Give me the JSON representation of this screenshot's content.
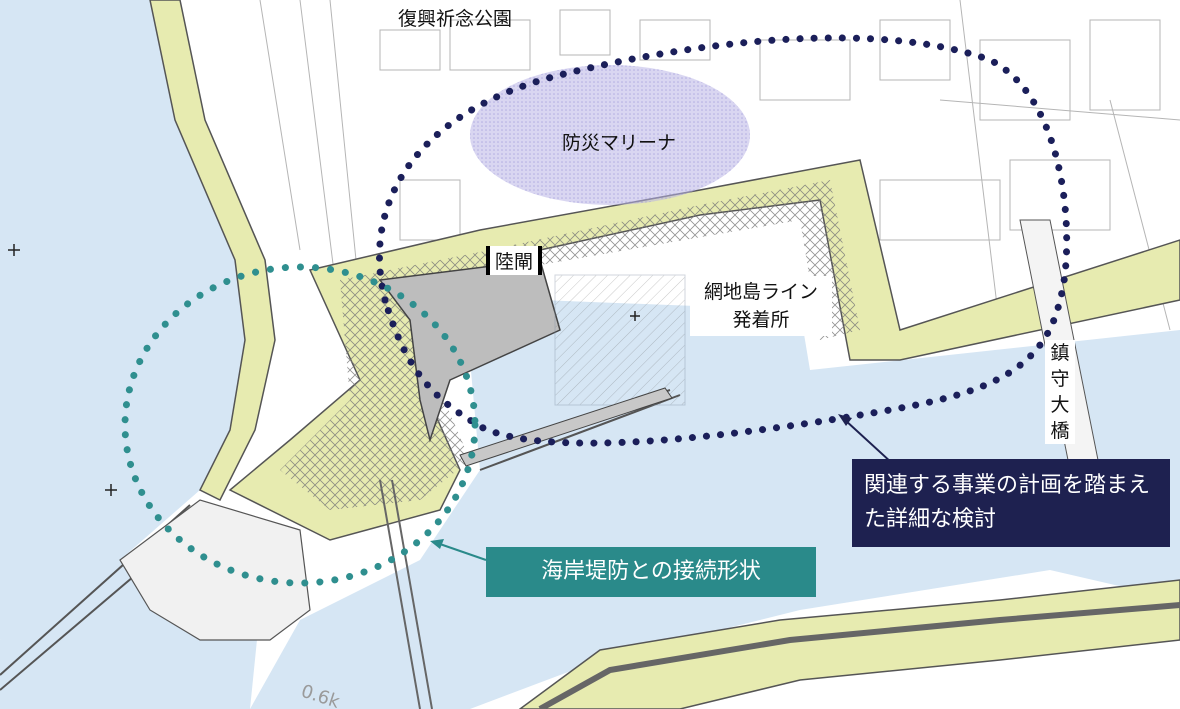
{
  "labels": {
    "park": "復興祈念公園",
    "marina": "防災マリーナ",
    "land_gate": "陸閘",
    "ferry_terminal": "網地島ライン 発着所",
    "bridge": "鎮守大橋"
  },
  "callouts": {
    "detailed_study": "関連する事業の計画を踏まえた詳細な検討",
    "seawall_connection": "海岸堤防との接続形状"
  },
  "drawing_marks": {
    "distance_marker": "0.6k"
  },
  "colors": {
    "water": "#d6e6f4",
    "embankment": "#e7ebb0",
    "navy_callout": "#1e2150",
    "teal_callout": "#2a8a8a",
    "navy_dots": "#1b1f5a",
    "teal_dots": "#2f8f8f",
    "marina_fill": "#b9b4e6"
  }
}
